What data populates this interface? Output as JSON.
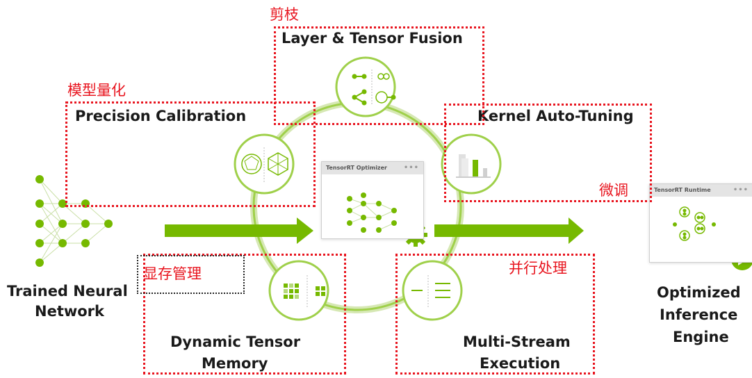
{
  "labels": {
    "layer_fusion": "Layer & Tensor Fusion",
    "precision": "Precision Calibration",
    "kernel": "Kernel Auto-Tuning",
    "dynamic_memory_1": "Dynamic Tensor",
    "dynamic_memory_2": "Memory",
    "multi_stream_1": "Multi-Stream",
    "multi_stream_2": "Execution",
    "trained_1": "Trained Neural",
    "trained_2": "Network",
    "optimized_1": "Optimized",
    "optimized_2": "Inference",
    "optimized_3": "Engine"
  },
  "annotations": {
    "pruning": "剪枝",
    "quantization": "模型量化",
    "finetune": "微调",
    "memory": "显存管理",
    "parallel": "并行处理"
  },
  "windows": {
    "optimizer": {
      "title": "TensorRT Optimizer",
      "dots": "•••"
    },
    "runtime": {
      "title": "TensorRT Runtime",
      "dots": "•••"
    }
  },
  "colors": {
    "accent": "#76b900",
    "annotation": "#e8141e",
    "text": "#1a1a1a"
  }
}
